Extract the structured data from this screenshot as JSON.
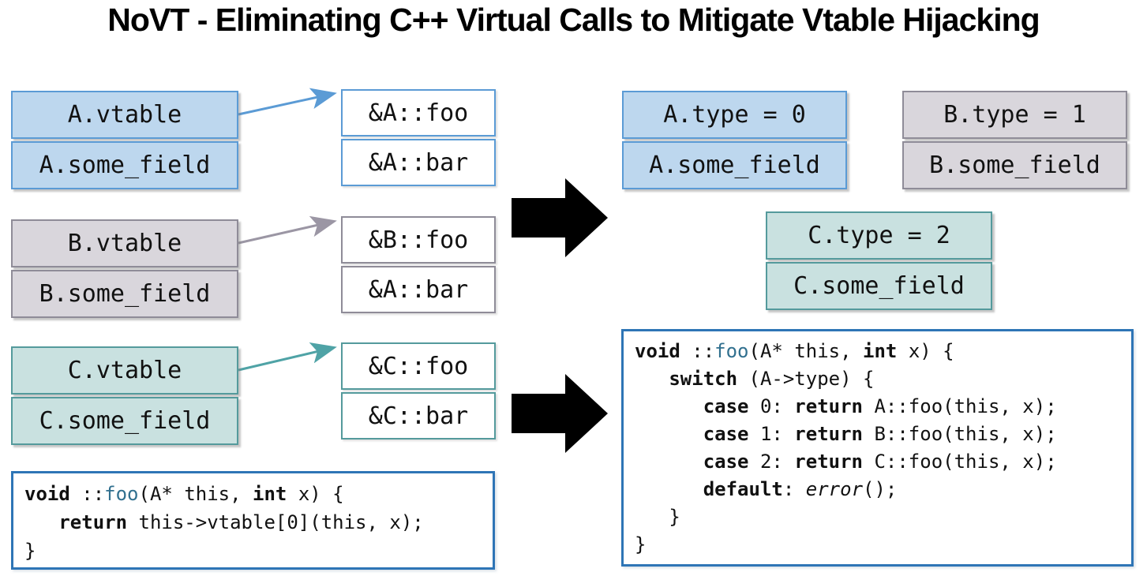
{
  "title": "NoVT - Eliminating C++ Virtual Calls to Mitigate Vtable Hijacking",
  "colors": {
    "blue_fill": "#BDD7EE",
    "blue_border": "#5B9BD5",
    "gray_fill": "#D9D6DC",
    "gray_border": "#8F8C98",
    "gray_arrow": "#9B96A4",
    "teal_fill": "#C9E1E0",
    "teal_border": "#549A9C",
    "teal_arrow": "#4FA3A6",
    "code_border": "#2E75B6",
    "fn_color": "#31708F",
    "black": "#000000"
  },
  "left_objects": [
    {
      "rows": [
        "A.vtable",
        "A.some_field"
      ]
    },
    {
      "rows": [
        "B.vtable",
        "B.some_field"
      ]
    },
    {
      "rows": [
        "C.vtable",
        "C.some_field"
      ]
    }
  ],
  "left_vtables": [
    {
      "rows": [
        "&A::foo",
        "&A::bar"
      ]
    },
    {
      "rows": [
        "&B::foo",
        "&A::bar"
      ]
    },
    {
      "rows": [
        "&C::foo",
        "&C::bar"
      ]
    }
  ],
  "right_objects": [
    {
      "rows": [
        "A.type = 0",
        "A.some_field"
      ]
    },
    {
      "rows": [
        "B.type = 1",
        "B.some_field"
      ]
    },
    {
      "rows": [
        "C.type = 2",
        "C.some_field"
      ]
    }
  ],
  "left_code": {
    "lines": [
      [
        {
          "t": "void",
          "b": 1
        },
        {
          "t": " ::"
        },
        {
          "t": "foo",
          "c": 1
        },
        {
          "t": "(A* this, "
        },
        {
          "t": "int",
          "b": 1
        },
        {
          "t": " x) {"
        }
      ],
      [
        {
          "t": "   "
        },
        {
          "t": "return",
          "b": 1
        },
        {
          "t": " this->vtable[0](this, x);"
        }
      ],
      [
        {
          "t": "}"
        }
      ]
    ]
  },
  "right_code": {
    "lines": [
      [
        {
          "t": "void",
          "b": 1
        },
        {
          "t": " ::"
        },
        {
          "t": "foo",
          "c": 1
        },
        {
          "t": "(A* this, "
        },
        {
          "t": "int",
          "b": 1
        },
        {
          "t": " x) {"
        }
      ],
      [
        {
          "t": "   "
        },
        {
          "t": "switch",
          "b": 1
        },
        {
          "t": " (A->type) {"
        }
      ],
      [
        {
          "t": "      "
        },
        {
          "t": "case",
          "b": 1
        },
        {
          "t": " 0: "
        },
        {
          "t": "return",
          "b": 1
        },
        {
          "t": " A::foo(this, x);"
        }
      ],
      [
        {
          "t": "      "
        },
        {
          "t": "case",
          "b": 1
        },
        {
          "t": " 1: "
        },
        {
          "t": "return",
          "b": 1
        },
        {
          "t": " B::foo(this, x);"
        }
      ],
      [
        {
          "t": "      "
        },
        {
          "t": "case",
          "b": 1
        },
        {
          "t": " 2: "
        },
        {
          "t": "return",
          "b": 1
        },
        {
          "t": " C::foo(this, x);"
        }
      ],
      [
        {
          "t": "      "
        },
        {
          "t": "default",
          "b": 1
        },
        {
          "t": ": "
        },
        {
          "t": "error",
          "i": 1
        },
        {
          "t": "();"
        }
      ],
      [
        {
          "t": "   }"
        }
      ],
      [
        {
          "t": "}"
        }
      ]
    ]
  }
}
